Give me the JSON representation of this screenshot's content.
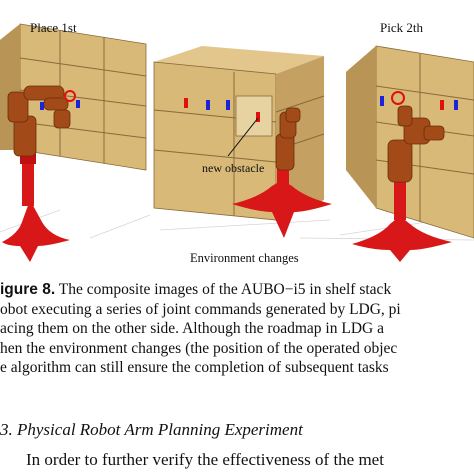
{
  "figure": {
    "panels": [
      {
        "label": "Place 1st"
      },
      {
        "label": "Pick 2th"
      }
    ],
    "annotations": {
      "new_obstacle": "new obstacle",
      "environment_changes": "Environment changes"
    },
    "colors": {
      "shelf": "#d8b978",
      "shelf_dark": "#b89456",
      "robot_base": "#e01010",
      "robot_arm": "#b0541e",
      "object_blue": "#1a24d8",
      "object_red": "#e01010"
    }
  },
  "caption": {
    "label": "igure 8.",
    "lines": [
      " The composite images of the AUBO−i5 in shelf stack",
      "obot executing a series of joint commands generated by LDG, pi",
      "acing them on the other side. Although the roadmap in LDG a",
      "hen the environment changes (the position of the operated objec",
      "e algorithm can still ensure the completion of subsequent tasks"
    ]
  },
  "section": {
    "heading": "3. Physical Robot Arm Planning Experiment",
    "first_line": "In order to further verify the effectiveness of the met"
  }
}
